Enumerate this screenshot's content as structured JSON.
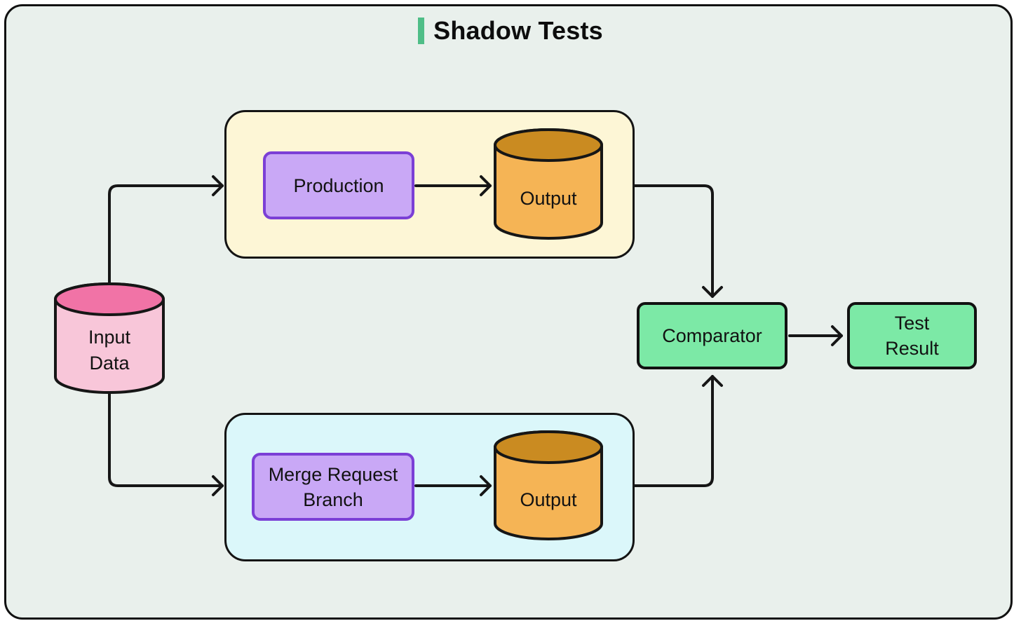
{
  "title": {
    "text": "Shadow Tests"
  },
  "colors": {
    "canvas_bg": "#e9f0ec",
    "accent_green": "#4fbe87",
    "branch_top_bg": "#fdf6d6",
    "branch_bottom_bg": "#dbf7fa",
    "node_purple_fill": "#c9a8f6",
    "node_purple_border": "#7b3fd6",
    "node_green_fill": "#7ce9a6",
    "cylinder_pink_body": "#f8c6d9",
    "cylinder_pink_top": "#f173a6",
    "cylinder_orange_body": "#f5b455",
    "cylinder_orange_top": "#ca8b21",
    "line_color": "#161616"
  },
  "nodes": {
    "input_data": {
      "line1": "Input",
      "line2": "Data"
    },
    "production": {
      "label": "Production"
    },
    "output_top": {
      "label": "Output"
    },
    "merge_request_branch": {
      "line1": "Merge Request",
      "line2": "Branch"
    },
    "output_bottom": {
      "label": "Output"
    },
    "comparator": {
      "label": "Comparator"
    },
    "test_result": {
      "line1": "Test",
      "line2": "Result"
    }
  }
}
